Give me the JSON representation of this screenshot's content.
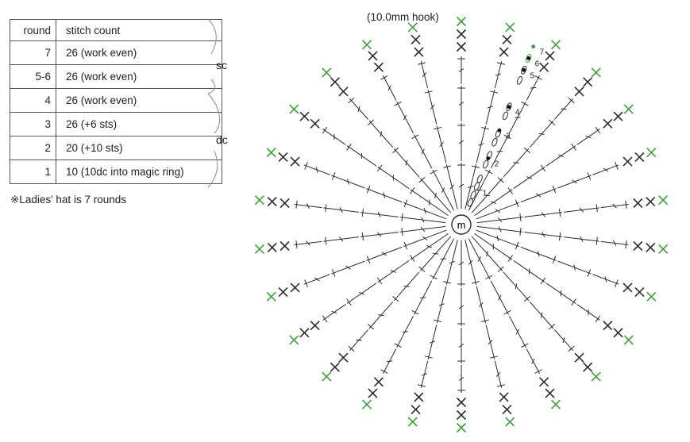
{
  "table": {
    "headers": {
      "round": "round",
      "count": "stitch count"
    },
    "rows": [
      {
        "round": "7",
        "count": "26 (work even)"
      },
      {
        "round": "5-6",
        "count": "26 (work even)"
      },
      {
        "round": "4",
        "count": "26 (work even)"
      },
      {
        "round": "3",
        "count": "26 (+6 sts)"
      },
      {
        "round": "2",
        "count": "20 (+10 sts)"
      },
      {
        "round": "1",
        "count": "10 (10dc into magic ring)"
      }
    ],
    "note": "※Ladies' hat is 7 rounds"
  },
  "brackets": {
    "sc": "sc",
    "dc": "dc"
  },
  "hook_label": "(10.0mm hook)",
  "diagram": {
    "center_label": "m",
    "round_labels": [
      "1",
      "2",
      "3",
      "4",
      "5",
      "6",
      "7"
    ],
    "colors": {
      "ink": "#2b2b2b",
      "highlight": "#3aa13a"
    }
  }
}
